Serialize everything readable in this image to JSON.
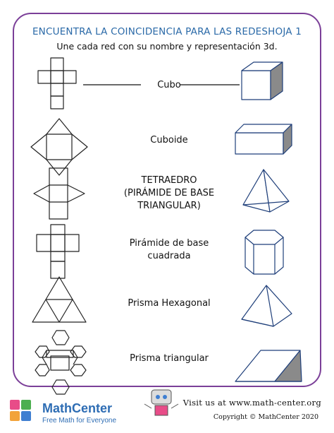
{
  "worksheet": {
    "title": "ENCUENTRA LA COINCIDENCIA PARA LAS REDESHOJA 1",
    "instructions": "Une cada red con su nombre y representación 3d.",
    "names": [
      {
        "lines": [
          "Cubo"
        ]
      },
      {
        "lines": [
          "Cuboide"
        ]
      },
      {
        "lines": [
          "TETRAEDRO",
          "(PIRÁMIDE DE BASE",
          "TRIANGULAR)"
        ]
      },
      {
        "lines": [
          "Pirámide de base",
          "cuadrada"
        ]
      },
      {
        "lines": [
          "Prisma Hexagonal"
        ]
      },
      {
        "lines": [
          "Prisma triangular"
        ]
      }
    ]
  },
  "footer": {
    "brand": "MathCenter",
    "tagline": "Free Math for Everyone",
    "visit": "Visit us at www.math-center.org",
    "copyright": "Copyright © MathCenter 2020"
  },
  "colors": {
    "frame": "#7b3f98",
    "title": "#2b6aa8",
    "shape_stroke": "#1f3f7a",
    "brand": "#2e6db4"
  }
}
